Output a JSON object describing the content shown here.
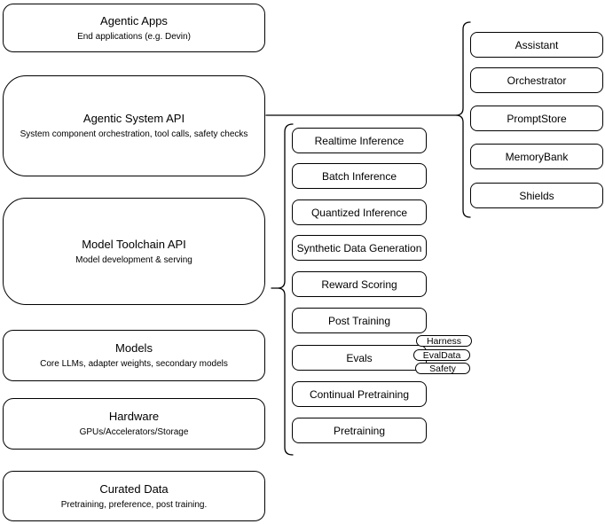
{
  "diagram": {
    "stack_nodes": [
      {
        "title": "Agentic Apps",
        "subtitle": "End applications (e.g. Devin)"
      },
      {
        "title": "Agentic System API",
        "subtitle": "System component orchestration, tool calls, safety checks"
      },
      {
        "title": "Model Toolchain API",
        "subtitle": "Model development & serving"
      },
      {
        "title": "Models",
        "subtitle": "Core LLMs, adapter weights, secondary models"
      },
      {
        "title": "Hardware",
        "subtitle": "GPUs/Accelerators/Storage"
      },
      {
        "title": "Curated Data",
        "subtitle": "Pretraining, preference, post training."
      }
    ],
    "toolchain_components": [
      "Realtime Inference",
      "Batch Inference",
      "Quantized Inference",
      "Synthetic Data Generation",
      "Reward Scoring",
      "Post Training",
      "Evals",
      "Continual Pretraining",
      "Pretraining"
    ],
    "eval_tags": [
      "Harness",
      "EvalData",
      "Safety"
    ],
    "system_components": [
      "Assistant",
      "Orchestrator",
      "PromptStore",
      "MemoryBank",
      "Shields"
    ],
    "colors": {
      "stroke": "#000000",
      "fill": "#ffffff",
      "background": "#ffffff"
    }
  }
}
